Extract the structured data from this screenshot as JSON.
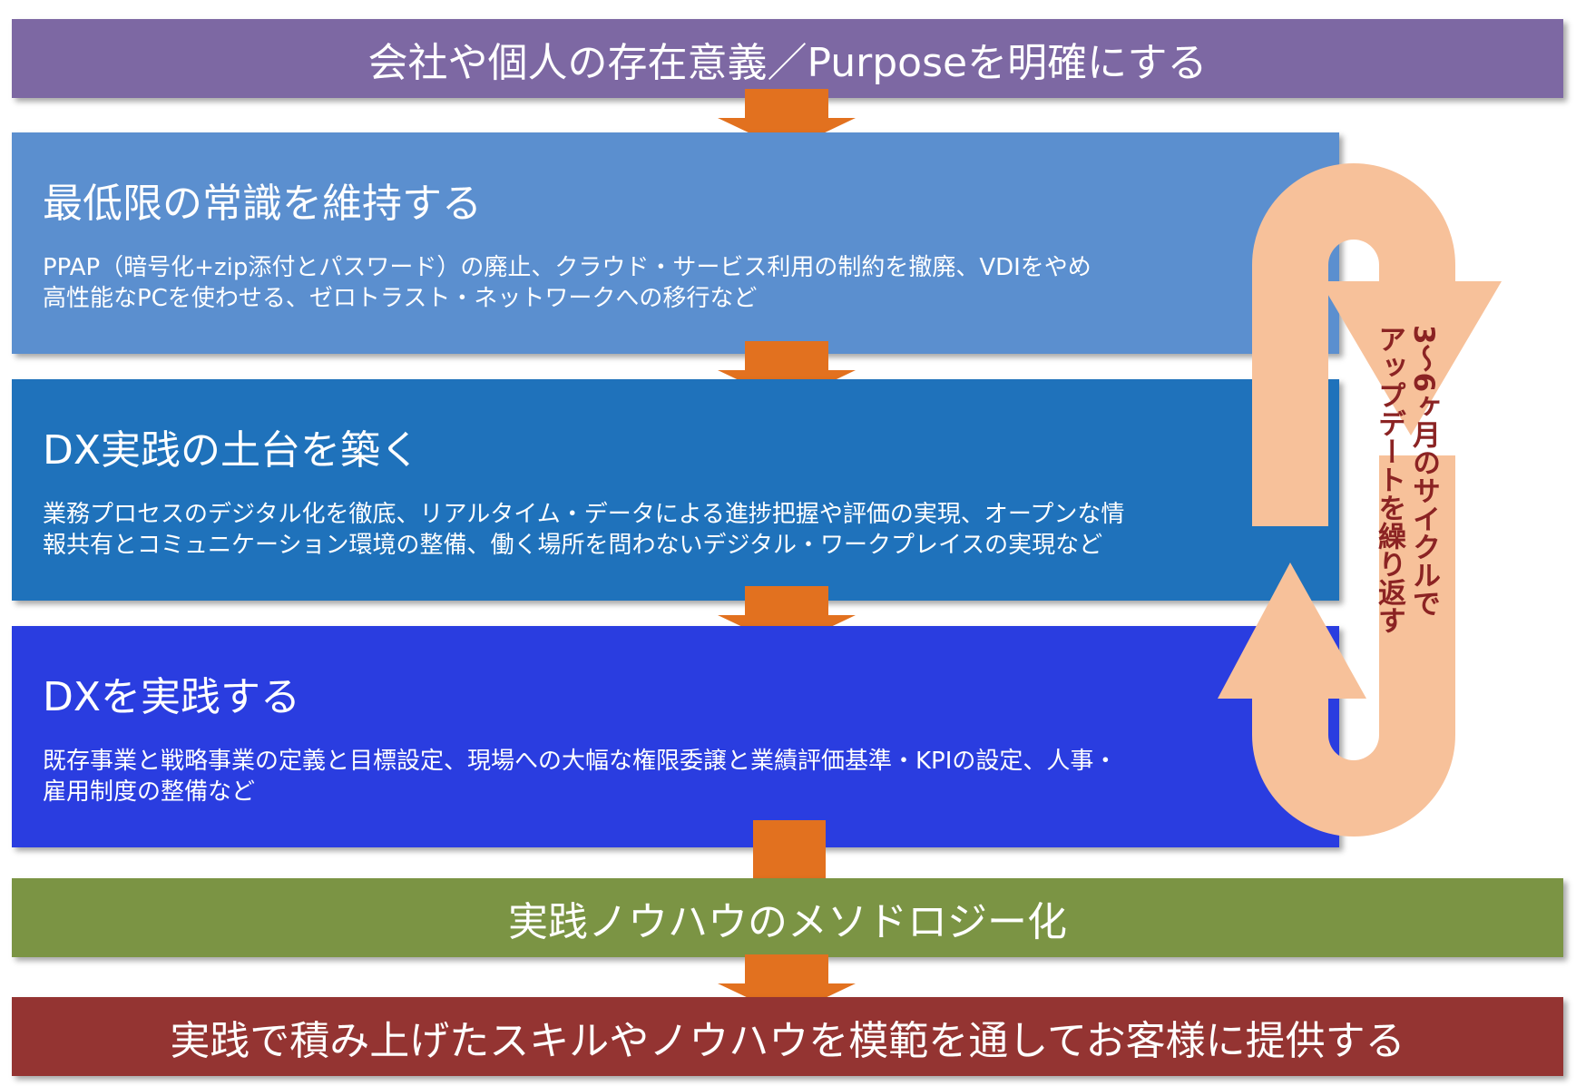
{
  "colors": {
    "purpose_band": "#7d68a3",
    "step1": "#5b8fcf",
    "step2": "#1f72bb",
    "step3": "#2a3de0",
    "methodology_band": "#7b9444",
    "provide_band": "#943432",
    "arrow": "#e2711f",
    "cycle_arrow": "#f7c19a",
    "cycle_text": "#8b2323"
  },
  "purpose": "会社や個人の存在意義／Purposeを明確にする",
  "steps": [
    {
      "title": "最低限の常識を維持する",
      "desc_lines": [
        "PPAP（暗号化+zip添付とパスワード）の廃止、クラウド・サービス利用の制約を撤廃、VDIをやめ",
        "高性能なPCを使わせる、ゼロトラスト・ネットワークへの移行など"
      ]
    },
    {
      "title": "DX実践の土台を築く",
      "desc_lines": [
        "業務プロセスのデジタル化を徹底、リアルタイム・データによる進捗把握や評価の実現、オープンな情",
        "報共有とコミュニケーション環境の整備、働く場所を問わないデジタル・ワークプレイスの実現など"
      ]
    },
    {
      "title": "DXを実践する",
      "desc_lines": [
        "既存事業と戦略事業の定義と目標設定、現場への大幅な権限委譲と業績評価基準・KPIの設定、人事・",
        "雇用制度の整備など"
      ]
    }
  ],
  "cycle": {
    "line1": "3～6ヶ月のサイクルで",
    "line2": "アップデートを繰り返す"
  },
  "methodology": "実践ノウハウのメソドロジー化",
  "provide": "実践で積み上げたスキルやノウハウを模範を通してお客様に提供する"
}
